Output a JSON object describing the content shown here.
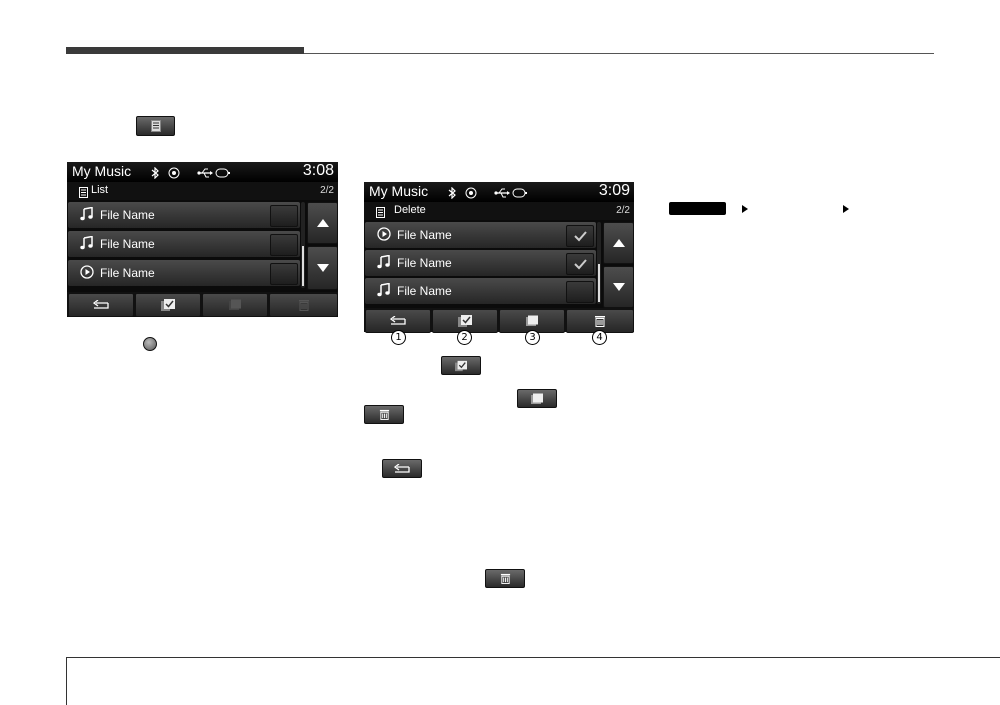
{
  "screen1": {
    "title": "My Music",
    "time": "3:08",
    "mode_label": "List",
    "page": "2/2",
    "rows": [
      {
        "name": "File Name",
        "icon": "music-note-icon"
      },
      {
        "name": "File Name",
        "icon": "music-note-icon"
      },
      {
        "name": "File Name",
        "icon": "play-icon"
      }
    ]
  },
  "screen2": {
    "title": "My Music",
    "time": "3:09",
    "mode_label": "Delete",
    "page": "2/2",
    "rows": [
      {
        "name": "File Name",
        "icon": "play-icon",
        "checked": true
      },
      {
        "name": "File Name",
        "icon": "music-note-icon",
        "checked": true
      },
      {
        "name": "File Name",
        "icon": "music-note-icon",
        "checked": false
      }
    ],
    "callouts": [
      "1",
      "2",
      "3",
      "4"
    ]
  },
  "colors": {
    "screen_bg": "#0b0b0b",
    "button": "#3a3a3a",
    "text": "#ffffff"
  }
}
